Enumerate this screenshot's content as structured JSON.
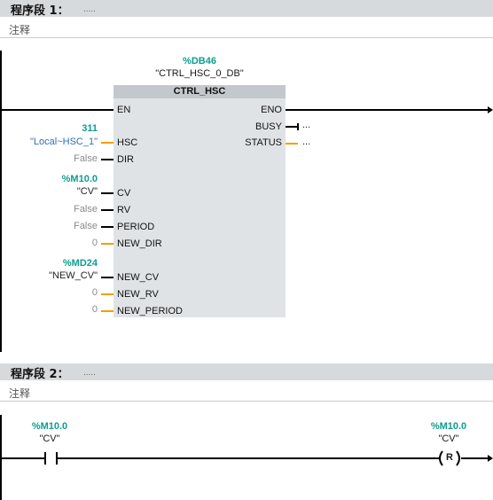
{
  "networks": [
    {
      "title": "程序段 1：",
      "dots": ".....",
      "comment": "注释"
    },
    {
      "title": "程序段 2：",
      "dots": ".....",
      "comment": "注释"
    }
  ],
  "block": {
    "db_address": "%DB46",
    "db_name": "\"CTRL_HSC_0_DB\"",
    "type": "CTRL_HSC",
    "inputs": {
      "en": "EN",
      "hsc": "HSC",
      "dir": "DIR",
      "cv": "CV",
      "rv": "RV",
      "period": "PERIOD",
      "new_dir": "NEW_DIR",
      "new_cv": "NEW_CV",
      "new_rv": "NEW_RV",
      "new_period": "NEW_PERIOD"
    },
    "outputs": {
      "eno": "ENO",
      "busy": "BUSY",
      "status": "STATUS"
    },
    "busy_value": "...",
    "status_value": "...",
    "hsc_address": "311",
    "hsc_symbol": "\"Local~HSC_1\"",
    "dir_value": "False",
    "cv_address": "%M10.0",
    "cv_symbol": "\"CV\"",
    "rv_value": "False",
    "period_value": "False",
    "new_dir_value": "0",
    "new_cv_address": "%MD24",
    "new_cv_symbol": "\"NEW_CV\"",
    "new_rv_value": "0",
    "new_period_value": "0"
  },
  "network2": {
    "contact_address": "%M10.0",
    "contact_symbol": "\"CV\"",
    "coil_address": "%M10.0",
    "coil_symbol": "\"CV\"",
    "coil_type": "R"
  },
  "colors": {
    "header_bg": "#d7dadd",
    "block_bg": "#e0e3e6",
    "block_title_bg": "#c3c8cd",
    "address_teal": "#0d9e8f",
    "symbol_blue": "#2f6fb5",
    "pin_orange": "#f0a000"
  }
}
